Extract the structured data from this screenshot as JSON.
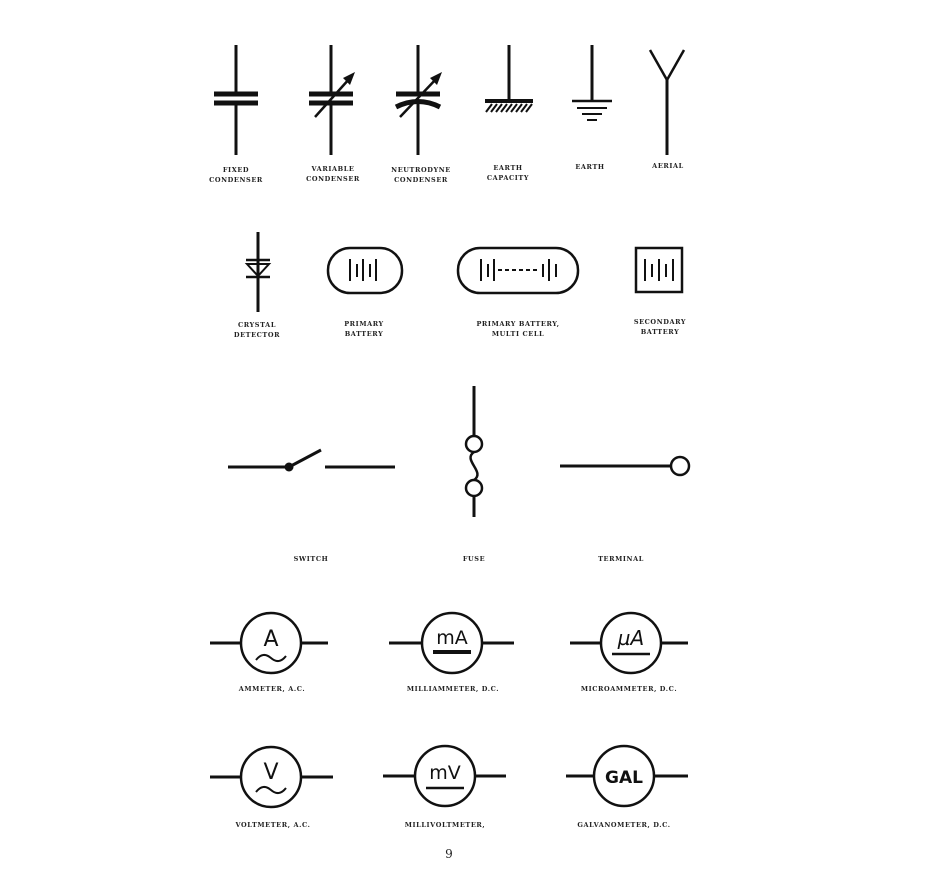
{
  "row1": {
    "fixed_condenser": [
      "FIXED",
      "CONDENSER"
    ],
    "variable_condenser": [
      "VARIABLE",
      "CONDENSER"
    ],
    "neutrodyne_condenser": [
      "NEUTRODYNE",
      "CONDENSER"
    ],
    "earth_capacity": [
      "EARTH",
      "CAPACITY"
    ],
    "earth": [
      "EARTH"
    ],
    "aerial": [
      "AERIAL"
    ]
  },
  "row2": {
    "crystal_detector": [
      "CRYSTAL",
      "DETECTOR"
    ],
    "primary_battery": [
      "PRIMARY",
      "BATTERY"
    ],
    "primary_battery_multi": [
      "PRIMARY BATTERY,",
      "MULTI CELL"
    ],
    "secondary_battery": [
      "SECONDARY",
      "BATTERY"
    ]
  },
  "row3": {
    "switch": [
      "SWITCH"
    ],
    "fuse": [
      "FUSE"
    ],
    "terminal": [
      "TERMINAL"
    ]
  },
  "meters": {
    "ammeter_ac": {
      "symbol": "A",
      "label": "AMMETER, A.C."
    },
    "milliammeter_dc": {
      "symbol": "mA",
      "label": "MILLIAMMETER, D.C."
    },
    "microammeter_dc": {
      "symbol": "µA",
      "label": "MICROAMMETER, D.C."
    },
    "voltmeter_ac": {
      "symbol": "V",
      "label": "VOLTMETER, A.C."
    },
    "millivoltmeter": {
      "symbol": "mV",
      "label": "MILLIVOLTMETER,"
    },
    "galvanometer_dc": {
      "symbol": "GAL",
      "label": "GALVANOMETER, D.C."
    }
  },
  "page_number": "9",
  "colors": {
    "ink": "#111111",
    "paper": "#ffffff"
  }
}
